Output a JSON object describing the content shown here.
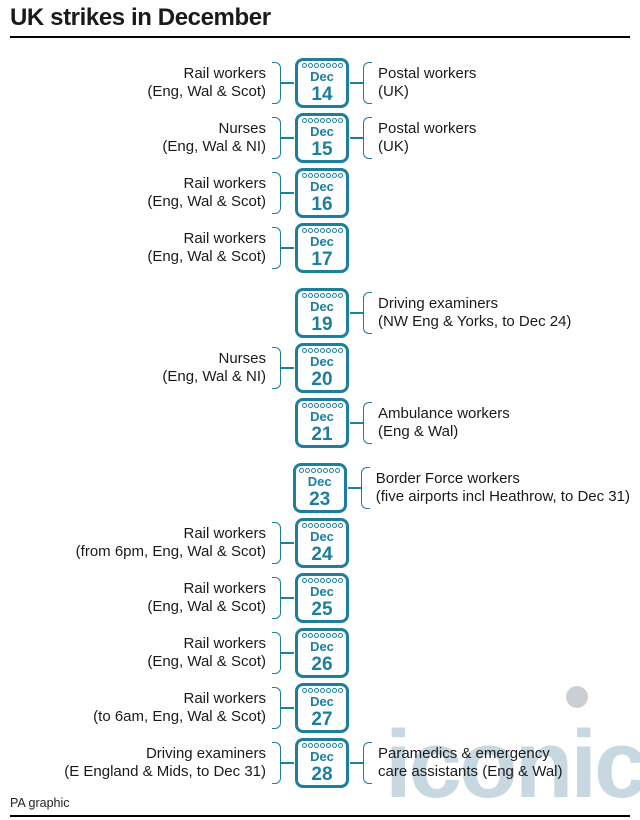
{
  "title": "UK strikes in December",
  "footer": "PA graphic",
  "watermark": "iconic",
  "calendar_month": "Dec",
  "colors": {
    "accent": "#1d7f9e",
    "text": "#1a1a1a",
    "watermark": "#c7d8e1",
    "rule": "#000000"
  },
  "entries": [
    {
      "day": "14",
      "left": [
        "Rail workers",
        "(Eng, Wal & Scot)"
      ],
      "right": [
        "Postal workers",
        "(UK)"
      ],
      "gap_before": false
    },
    {
      "day": "15",
      "left": [
        "Nurses",
        "(Eng, Wal & NI)"
      ],
      "right": [
        "Postal workers",
        "(UK)"
      ],
      "gap_before": false
    },
    {
      "day": "16",
      "left": [
        "Rail workers",
        "(Eng, Wal & Scot)"
      ],
      "right": null,
      "gap_before": false
    },
    {
      "day": "17",
      "left": [
        "Rail workers",
        "(Eng, Wal & Scot)"
      ],
      "right": null,
      "gap_before": false
    },
    {
      "day": "19",
      "left": null,
      "right": [
        "Driving examiners",
        "(NW Eng & Yorks, to Dec 24)"
      ],
      "gap_before": true
    },
    {
      "day": "20",
      "left": [
        "Nurses",
        "(Eng, Wal & NI)"
      ],
      "right": null,
      "gap_before": false
    },
    {
      "day": "21",
      "left": null,
      "right": [
        "Ambulance workers",
        "(Eng & Wal)"
      ],
      "gap_before": false
    },
    {
      "day": "23",
      "left": null,
      "right": [
        "Border Force workers",
        "(five airports incl Heathrow, to Dec 31)"
      ],
      "gap_before": true
    },
    {
      "day": "24",
      "left": [
        "Rail workers",
        "(from 6pm, Eng, Wal & Scot)"
      ],
      "right": null,
      "gap_before": false
    },
    {
      "day": "25",
      "left": [
        "Rail workers",
        "(Eng, Wal & Scot)"
      ],
      "right": null,
      "gap_before": false
    },
    {
      "day": "26",
      "left": [
        "Rail workers",
        "(Eng, Wal & Scot)"
      ],
      "right": null,
      "gap_before": false
    },
    {
      "day": "27",
      "left": [
        "Rail workers",
        "(to 6am, Eng, Wal & Scot)"
      ],
      "right": null,
      "gap_before": false
    },
    {
      "day": "28",
      "left": [
        "Driving examiners",
        "(E England & Mids, to Dec 31)"
      ],
      "right": [
        "Paramedics & emergency",
        "care assistants (Eng & Wal)"
      ],
      "gap_before": false
    }
  ]
}
